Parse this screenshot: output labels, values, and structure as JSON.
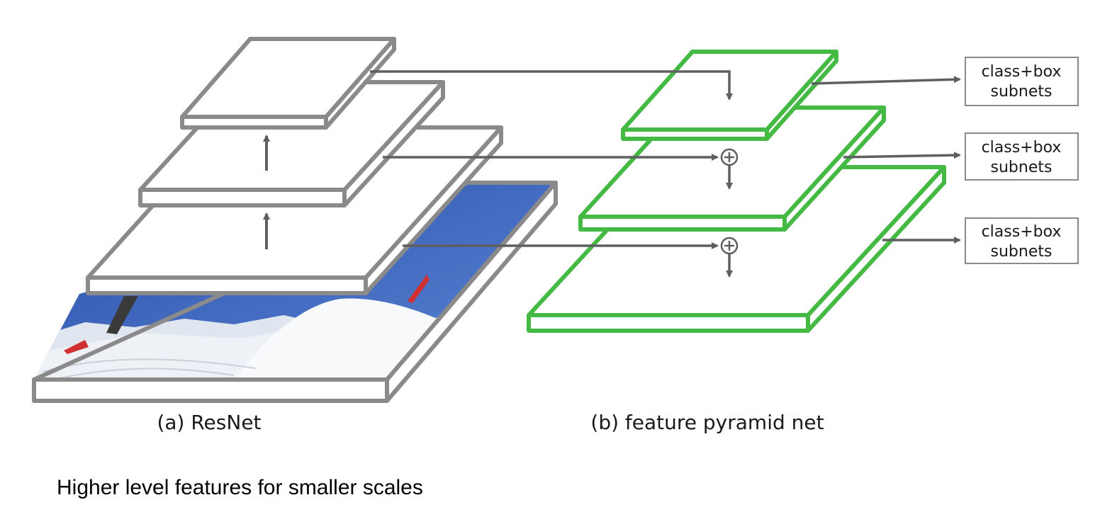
{
  "labels": {
    "resnet": "(a) ResNet",
    "fpn": "(b) feature pyramid net"
  },
  "subnet_boxes": [
    {
      "line1": "class+box",
      "line2": "subnets"
    },
    {
      "line1": "class+box",
      "line2": "subnets"
    },
    {
      "line1": "class+box",
      "line2": "subnets"
    }
  ],
  "caption": "Higher level features for smaller scales",
  "colors": {
    "backbone": "#8a8a8a",
    "pyramid": "#44b944",
    "arrow": "#5f5f5f",
    "sky": "#2f57b0",
    "snow": "#eef2f7"
  }
}
